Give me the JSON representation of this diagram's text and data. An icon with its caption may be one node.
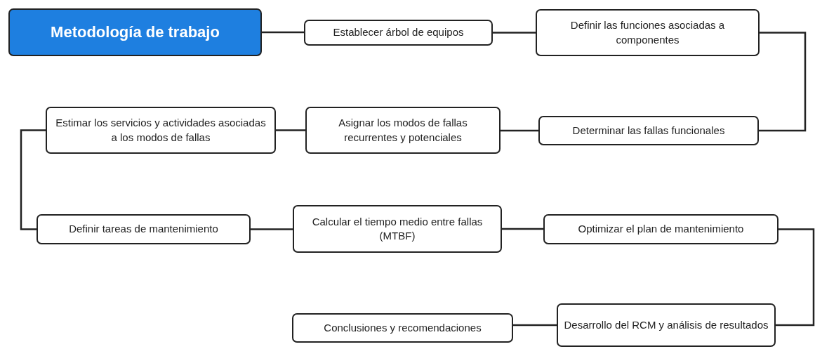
{
  "diagram": {
    "nodes": [
      {
        "text": [
          "Metodología de trabajo"
        ]
      },
      {
        "text": [
          "Establecer árbol de equipos"
        ]
      },
      {
        "text": [
          "Definir las funciones asociadas a componentes"
        ]
      },
      {
        "text": [
          "Determinar las fallas funcionales"
        ]
      },
      {
        "text": [
          "Asignar los modos de fallas recurrentes y potenciales"
        ]
      },
      {
        "text": [
          "Estimar los servicios y actividades asociadas a los modos de fallas"
        ]
      },
      {
        "text": [
          "Definir tareas de mantenimiento"
        ]
      },
      {
        "text": [
          "Calcular el tiempo medio entre fallas (MTBF)"
        ]
      },
      {
        "text": [
          "Optimizar el plan de mantenimiento"
        ]
      },
      {
        "text": [
          "Desarrollo del RCM y análisis de resultados"
        ]
      },
      {
        "text": [
          "Conclusiones y recomendaciones"
        ]
      }
    ],
    "edges": [
      {
        "from": 0,
        "to": 1,
        "arrow": "none"
      },
      {
        "from": 1,
        "to": 2,
        "arrow": "none"
      },
      {
        "from": 2,
        "to": 3,
        "arrow": "none"
      },
      {
        "from": 3,
        "to": 4,
        "arrow": "none"
      },
      {
        "from": 4,
        "to": 5,
        "arrow": "none"
      },
      {
        "from": 5,
        "to": 6,
        "arrow": "none"
      },
      {
        "from": 6,
        "to": 7,
        "arrow": "none"
      },
      {
        "from": 7,
        "to": 8,
        "arrow": "none"
      },
      {
        "from": 8,
        "to": 9,
        "arrow": "none"
      },
      {
        "from": 9,
        "to": 10,
        "arrow": "none"
      }
    ]
  }
}
